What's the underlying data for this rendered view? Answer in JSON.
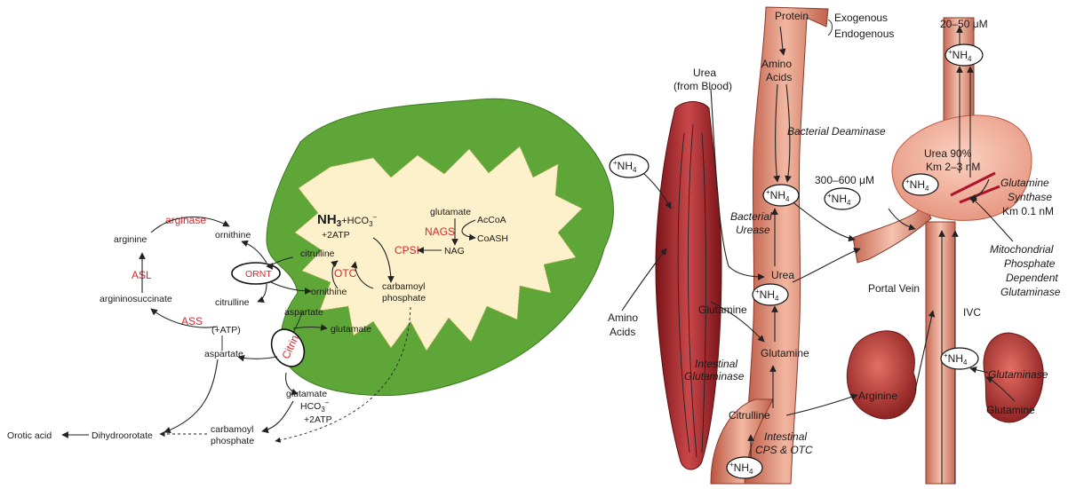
{
  "colors": {
    "mito_outer": "#5fa638",
    "mito_inner": "#fdf1cb",
    "tissue": "#e7a08a",
    "tissue_dark": "#b84a3a",
    "liver": "#f2b9a3",
    "kidney": "#b23a35",
    "muscle": "#a8282e",
    "enzyme_red": "#d8262c"
  },
  "left": {
    "urea_cycle": {
      "arginine": "arginine",
      "arginase": "arginase",
      "ornithine": "ornithine",
      "asl": "ASL",
      "argininosuccinate": "argininosuccinate",
      "citrulline": "citrulline",
      "ass": "ASS",
      "atp": "(+ATP)",
      "aspartate": "aspartate",
      "ornt": "ORNT",
      "citrin": "Citrin"
    },
    "mito": {
      "nh3": "NH",
      "nh3_sub": "3",
      "hco3": "+HCO",
      "hco3_sub": "3",
      "hco3_sup": "–",
      "atp2": "+2ATP",
      "citrulline": "citrulline",
      "otc": "OTC",
      "ornithine": "ornithine",
      "carbamoyl": "carbamoyl",
      "phosphate": "phosphate",
      "cpsi": "CPSI",
      "nag": "NAG",
      "nags": "NAGS",
      "glutamate": "glutamate",
      "accoa": "AcCoA",
      "coash": "CoASH",
      "aspartate": "aspartate",
      "glutamate2": "glutamate"
    },
    "cytosol": {
      "glutamate": "glutamate",
      "hco3": "HCO",
      "hco3_sub": "3",
      "hco3_sup": "–",
      "atp2": "+2ATP",
      "carbamoyl": "carbamoyl",
      "phosphate": "phosphate",
      "dihydroorotate": "Dihydroorotate",
      "orotic": "Orotic acid"
    }
  },
  "right": {
    "protein": "Protein",
    "exogenous": "Exogenous",
    "endogenous": "Endogenous",
    "amino_acids_top": [
      "Amino",
      "Acids"
    ],
    "urea_blood": [
      "Urea",
      "(from Blood)"
    ],
    "bacterial_deaminase": "Bacterial Deaminase",
    "nh4": "NH",
    "nh4_sub": "4",
    "nh4_sup": "+",
    "bacterial_urease": [
      "Bacterial",
      "Urease"
    ],
    "conc_portal": "300–600 μM",
    "urea": "Urea",
    "portal_vein": "Portal Vein",
    "glutamine": "Glutamine",
    "amino_acids_muscle": [
      "Amino",
      "Acids"
    ],
    "intestinal_glutaminase": [
      "Intestinal",
      "Glutaminase"
    ],
    "citrulline": "Citrulline",
    "intestinal_cps": [
      "Intestinal",
      "CPS & OTC"
    ],
    "conc_top": "20–50 μM",
    "urea_pct": "Urea 90%",
    "km_urea": "Km 2–3 nM",
    "glutamine_synthase": [
      "Glutamine",
      "Synthase",
      "Km 0.1 nM"
    ],
    "mito_glutaminase": [
      "Mitochondrial",
      "Phosphate",
      "Dependent",
      "Glutaminase"
    ],
    "ivc": "IVC",
    "arginine": "Arginine",
    "glutaminase": "Glutaminase",
    "kidney_glutamine": "Glutamine"
  }
}
